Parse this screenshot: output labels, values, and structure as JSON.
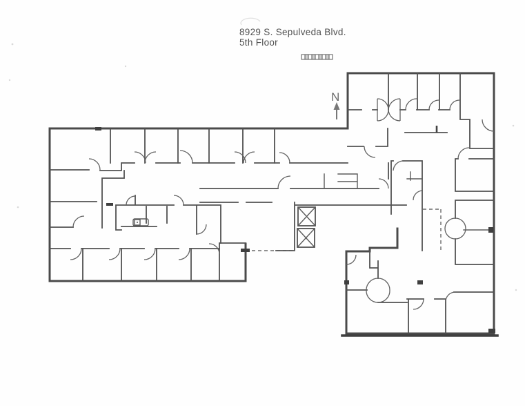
{
  "page": {
    "background": "#fefefe",
    "ink_color": "#4a4a4a",
    "light_ink_color": "#6a6a6a"
  },
  "title": {
    "line1": "8929 S. Sepulveda Blvd.",
    "line2": "5th Floor"
  },
  "north_arrow": {
    "label": "N"
  },
  "scale_bar": {
    "cells": 9
  },
  "plan": {
    "kind": "office floor plan drawing",
    "elevators": 2,
    "elevator_symbol": "box with X"
  }
}
